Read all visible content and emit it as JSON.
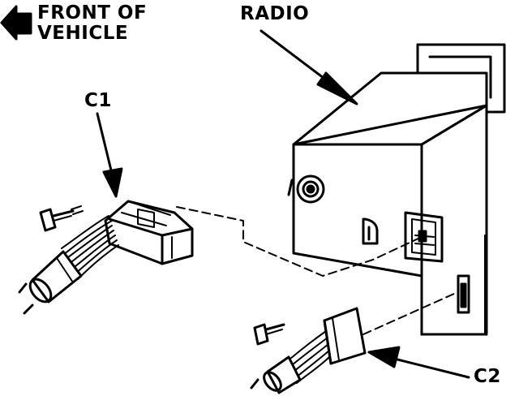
{
  "labels": {
    "front_of_vehicle_line1": "FRONT OF",
    "front_of_vehicle_line2": "VEHICLE",
    "radio": "RADIO",
    "c1": "C1",
    "c2": "C2"
  },
  "colors": {
    "ink": "#000000",
    "paper": "#ffffff"
  },
  "icons": {
    "direction": "arrow-left-icon"
  }
}
